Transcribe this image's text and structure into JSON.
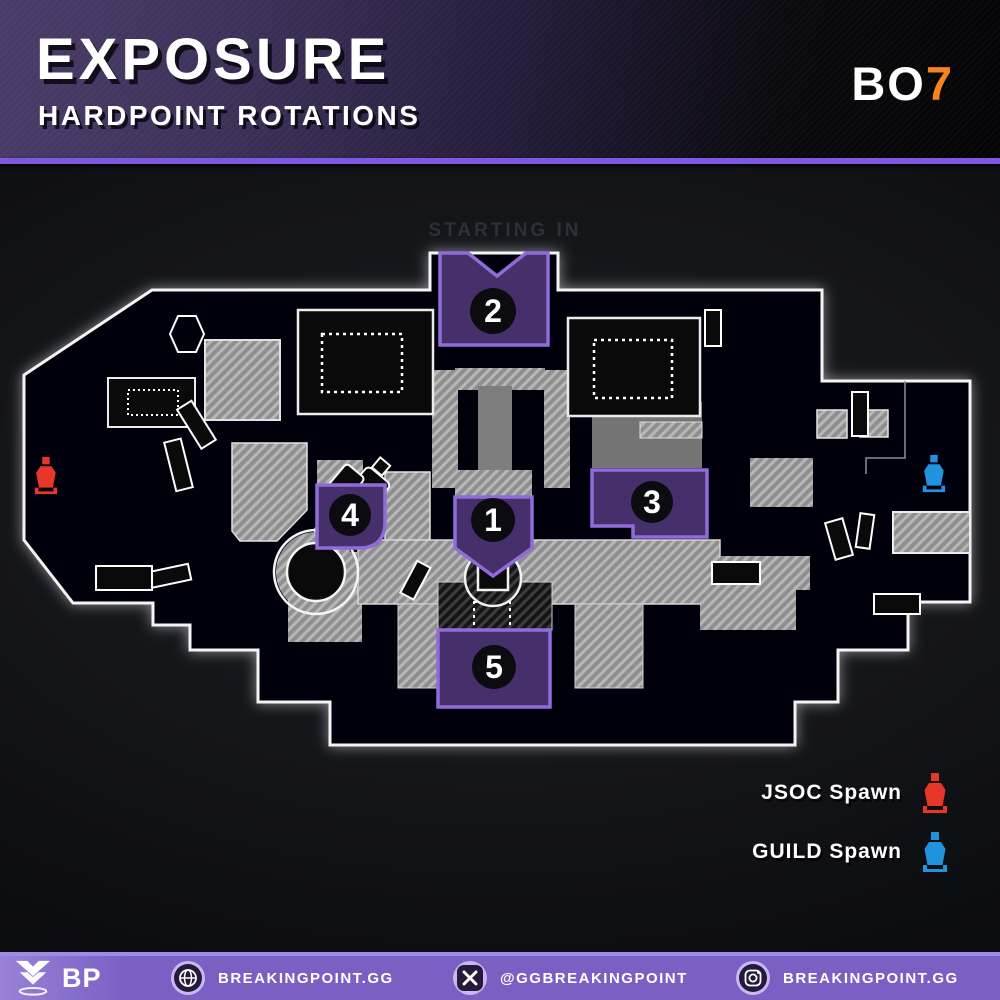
{
  "header": {
    "title": "EXPOSURE",
    "subtitle": "HARDPOINT ROTATIONS",
    "game_logo": {
      "prefix": "BO",
      "suffix": "7",
      "suffix_color": "#f5831f"
    }
  },
  "map": {
    "starting_label": "STARTING IN",
    "hardpoints": [
      {
        "number": "1"
      },
      {
        "number": "2"
      },
      {
        "number": "3"
      },
      {
        "number": "4"
      },
      {
        "number": "5"
      }
    ],
    "colors": {
      "zone_fill": "#46306b",
      "zone_border": "#8f6cd9",
      "marker_bg": "#0b0b10",
      "marker_text": "#ffffff"
    }
  },
  "legend": {
    "items": [
      {
        "label": "JSOC Spawn",
        "icon": "jsoc-spawn-icon",
        "color": "#e8372a"
      },
      {
        "label": "GUILD Spawn",
        "icon": "guild-spawn-icon",
        "color": "#2192de"
      }
    ]
  },
  "footer": {
    "brand": "BP",
    "links": [
      {
        "icon": "globe-icon",
        "label": "BREAKINGPOINT.GG"
      },
      {
        "icon": "x-icon",
        "label": "@GGBREAKINGPOINT"
      },
      {
        "icon": "instagram-icon",
        "label": "BREAKINGPOINT.GG"
      }
    ]
  },
  "colors": {
    "header_accent": "#7e57e2",
    "footer_bg": "#7b60c4",
    "bo7_orange": "#f5831f",
    "jsoc_red": "#e8372a",
    "guild_blue": "#2192de"
  }
}
